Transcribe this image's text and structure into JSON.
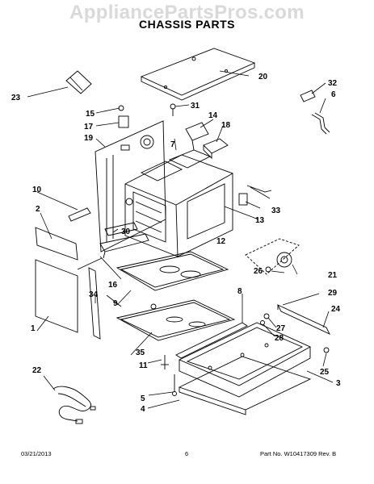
{
  "watermark": "AppliancePartsPros.com",
  "title": "CHASSIS PARTS",
  "footer": {
    "date": "03/21/2013",
    "page": "6",
    "part_no": "Part No. W10417309  Rev. B"
  },
  "callouts": {
    "c1": "1",
    "c2": "2",
    "c3": "3",
    "c4": "4",
    "c5": "5",
    "c6": "6",
    "c7": "7",
    "c8": "8",
    "c9": "9",
    "c10": "10",
    "c11": "11",
    "c12": "12",
    "c13": "13",
    "c14": "14",
    "c15": "15",
    "c16": "16",
    "c17": "17",
    "c18": "18",
    "c19": "19",
    "c20": "20",
    "c21": "21",
    "c22": "22",
    "c23": "23",
    "c24": "24",
    "c25": "25",
    "c26": "26",
    "c27": "27",
    "c28": "28",
    "c29": "29",
    "c30": "30",
    "c31": "31",
    "c32": "32",
    "c33": "33",
    "c34": "34",
    "c35": "35"
  }
}
